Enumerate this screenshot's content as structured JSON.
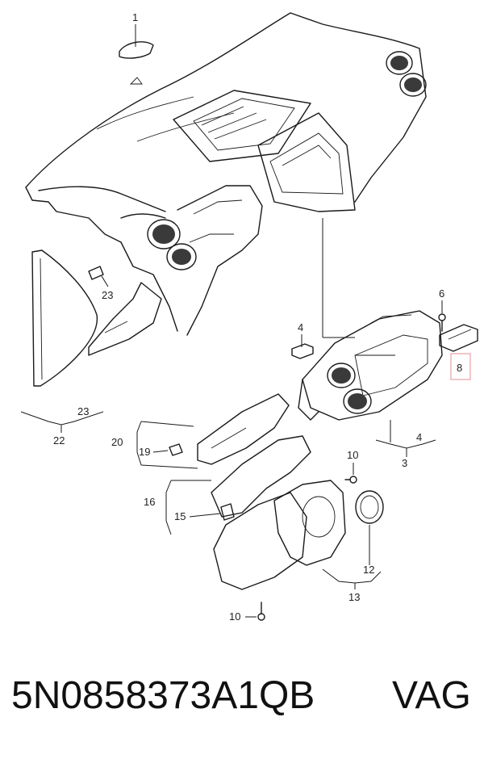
{
  "diagram": {
    "callouts": [
      {
        "id": "c1",
        "label": "1"
      },
      {
        "id": "c23a",
        "label": "23"
      },
      {
        "id": "c23b",
        "label": "23"
      },
      {
        "id": "c22",
        "label": "22"
      },
      {
        "id": "c6",
        "label": "6"
      },
      {
        "id": "c4a",
        "label": "4"
      },
      {
        "id": "c8",
        "label": "8"
      },
      {
        "id": "c4b",
        "label": "4"
      },
      {
        "id": "c3",
        "label": "3"
      },
      {
        "id": "c20",
        "label": "20"
      },
      {
        "id": "c19",
        "label": "19"
      },
      {
        "id": "c16",
        "label": "16"
      },
      {
        "id": "c15",
        "label": "15"
      },
      {
        "id": "c10a",
        "label": "10"
      },
      {
        "id": "c12",
        "label": "12"
      },
      {
        "id": "c13",
        "label": "13"
      },
      {
        "id": "c10b",
        "label": "10"
      }
    ],
    "highlight_color": "#e8a0a8"
  },
  "footer": {
    "part_number": "5N0858373A1QB",
    "brand": "VAG"
  }
}
